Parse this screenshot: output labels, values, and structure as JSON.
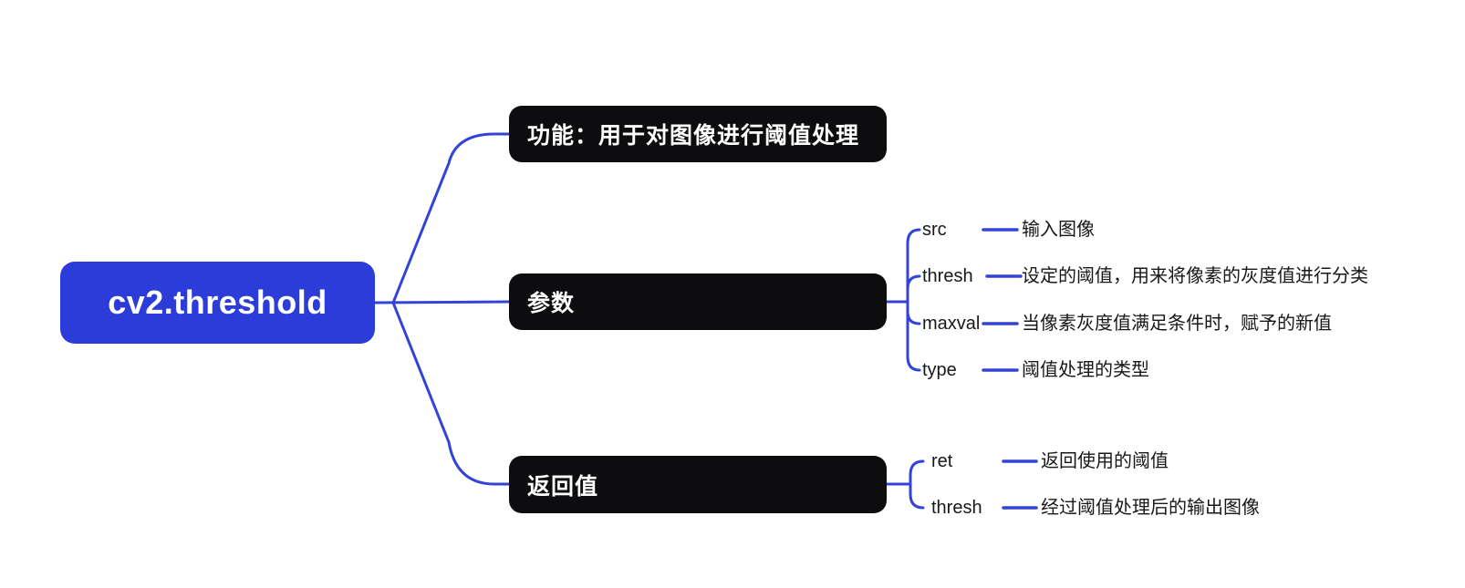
{
  "root": {
    "label": "cv2.threshold"
  },
  "branches": [
    {
      "label": "功能：用于对图像进行阈值处理",
      "children": []
    },
    {
      "label": "参数",
      "children": [
        {
          "name": "src",
          "desc": "输入图像"
        },
        {
          "name": "thresh",
          "desc": "设定的阈值，用来将像素的灰度值进行分类"
        },
        {
          "name": "maxval",
          "desc": "当像素灰度值满足条件时，赋予的新值"
        },
        {
          "name": "type",
          "desc": "阈值处理的类型"
        }
      ]
    },
    {
      "label": "返回值",
      "children": [
        {
          "name": "ret",
          "desc": "返回使用的阈值"
        },
        {
          "name": "thresh",
          "desc": "经过阈值处理后的输出图像"
        }
      ]
    }
  ],
  "colors": {
    "root_blue": "#2b3cd9",
    "line_blue": "#3343d9",
    "topic_black": "#0d0d0f",
    "text_dark": "#17181a"
  }
}
